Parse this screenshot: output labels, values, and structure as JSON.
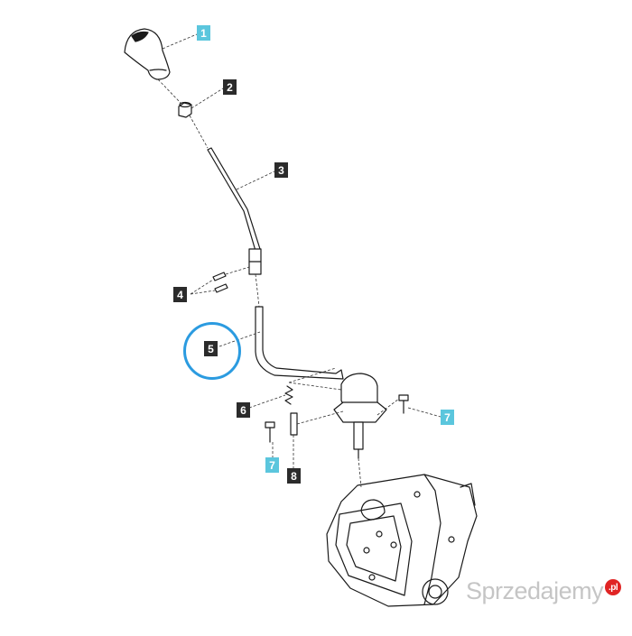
{
  "callouts": {
    "c1": "1",
    "c2": "2",
    "c3": "3",
    "c4": "4",
    "c5": "5",
    "c6": "6",
    "c7a": "7",
    "c7b": "7",
    "c8": "8"
  },
  "colors": {
    "callout_dark": "#2b2b2b",
    "callout_cyan": "#5bc6dd",
    "highlight": "#2b9be0",
    "line_art": "#1a1a1a",
    "watermark_badge": "#e02424"
  },
  "watermark": {
    "text": "Sprzedajemy",
    "badge": ".pl"
  }
}
